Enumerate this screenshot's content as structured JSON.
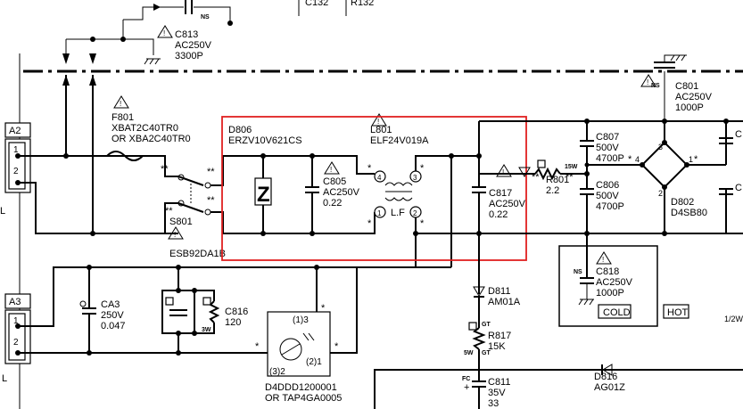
{
  "connectors": {
    "a2": {
      "label": "A2",
      "pins": [
        "1",
        "2"
      ]
    },
    "a3": {
      "label": "A3",
      "pins": [
        "1",
        "2"
      ]
    }
  },
  "top_partial": {
    "c132": "C132",
    "r132": "R132"
  },
  "c813": {
    "ns": "NS",
    "ref": "C813",
    "v1": "AC250V",
    "v2": "3300P"
  },
  "f801": {
    "ref": "F801",
    "v1": "XBAT2C40TR0",
    "v2": "OR  XBA2C40TR0"
  },
  "s801": {
    "ref": "S801",
    "v1": "ESB92DA1B"
  },
  "d806": {
    "ref": "D806",
    "v1": "ERZV10V621CS"
  },
  "c805": {
    "ref": "C805",
    "v1": "AC250V",
    "v2": "0.22"
  },
  "l801": {
    "ref": "L801",
    "v1": "ELF24V019A",
    "lf": "L.F"
  },
  "l801_pins": {
    "p1": "1",
    "p2": "2",
    "p3": "3",
    "p4": "4"
  },
  "c817": {
    "ref": "C817",
    "v1": "AC250V",
    "v2": "0.22"
  },
  "r801": {
    "ref": "R801",
    "v1": "2.2",
    "watt": "15W"
  },
  "c807": {
    "ref": "C807",
    "v1": "500V",
    "v2": "4700P"
  },
  "c806": {
    "ref": "C806",
    "v1": "500V",
    "v2": "4700P"
  },
  "c801": {
    "ns": "NS",
    "ref": "C801",
    "v1": "AC250V",
    "v2": "1000P"
  },
  "d802": {
    "ref": "D802",
    "v1": "D4SB80",
    "pin1": "1",
    "pin2": "2",
    "pin3": "3",
    "pin4": "4"
  },
  "c818": {
    "ns": "NS",
    "ref": "C818",
    "v1": "AC250V",
    "v2": "1000P"
  },
  "ca3": {
    "ref": "CA3",
    "v1": "250V",
    "v2": "0.047"
  },
  "c816": {
    "ref": "C816",
    "v1": "120",
    "watt": "3W"
  },
  "d811": {
    "ref": "D811",
    "v1": "AM01A"
  },
  "r817": {
    "ref": "R817",
    "v1": "15K",
    "gt1": "GT",
    "gt2": "GT",
    "watt": "5W"
  },
  "c811": {
    "ref": "C811",
    "v1": "35V",
    "v2": "33",
    "fc": "FC"
  },
  "d816": {
    "ref": "D816",
    "v1": "AG01Z"
  },
  "d4ddd": {
    "ref": "D4DDD1200001",
    "v1": "OR  TAP4GA0005",
    "p13": "(1)3",
    "p21": "(2)1",
    "p32": "(3)2"
  },
  "labels": {
    "cold": "COLD",
    "hot": "HOT",
    "right_edge": "1/2W",
    "left_edge": "L"
  },
  "marks": {
    "star": "*",
    "dstar": "**",
    "plus": "+"
  },
  "colors": {
    "highlight": "#e02020",
    "ink": "#000000"
  }
}
